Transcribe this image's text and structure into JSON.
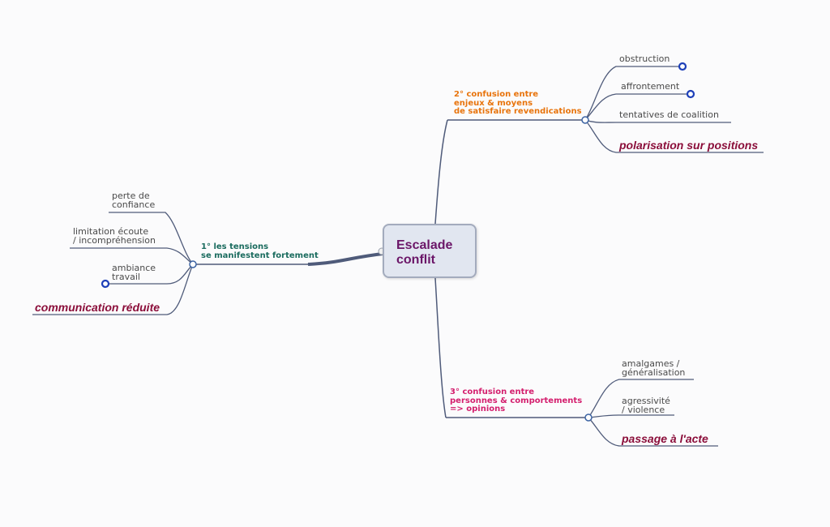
{
  "map": {
    "root": {
      "label": "Escalade\nconflit",
      "color": "#6b1668"
    },
    "branches": [
      {
        "label": "1° les tensions\nse manifestent fortement",
        "color": "#1a6b5e",
        "children": [
          {
            "label": "perte de\nconfiance"
          },
          {
            "label": "limitation écoute\n/ incompréhension"
          },
          {
            "label": "ambiance\ntravail",
            "has_link_marker": true
          },
          {
            "label": "communication réduite",
            "emphasis": true
          }
        ]
      },
      {
        "label": "2° confusion entre\nenjeux & moyens\nde satisfaire revendications",
        "color": "#e8740c",
        "children": [
          {
            "label": "obstruction",
            "has_link_marker": true
          },
          {
            "label": "affrontement",
            "has_link_marker": true
          },
          {
            "label": "tentatives de coalition"
          },
          {
            "label": "polarisation sur positions",
            "emphasis": true
          }
        ]
      },
      {
        "label": "3° confusion entre\npersonnes & comportements\n=> opinions",
        "color": "#d41f6e",
        "children": [
          {
            "label": "amalgames /\ngénéralisation"
          },
          {
            "label": "agressivité\n/ violence"
          },
          {
            "label": "passage à l'acte",
            "emphasis": true
          }
        ]
      }
    ]
  }
}
